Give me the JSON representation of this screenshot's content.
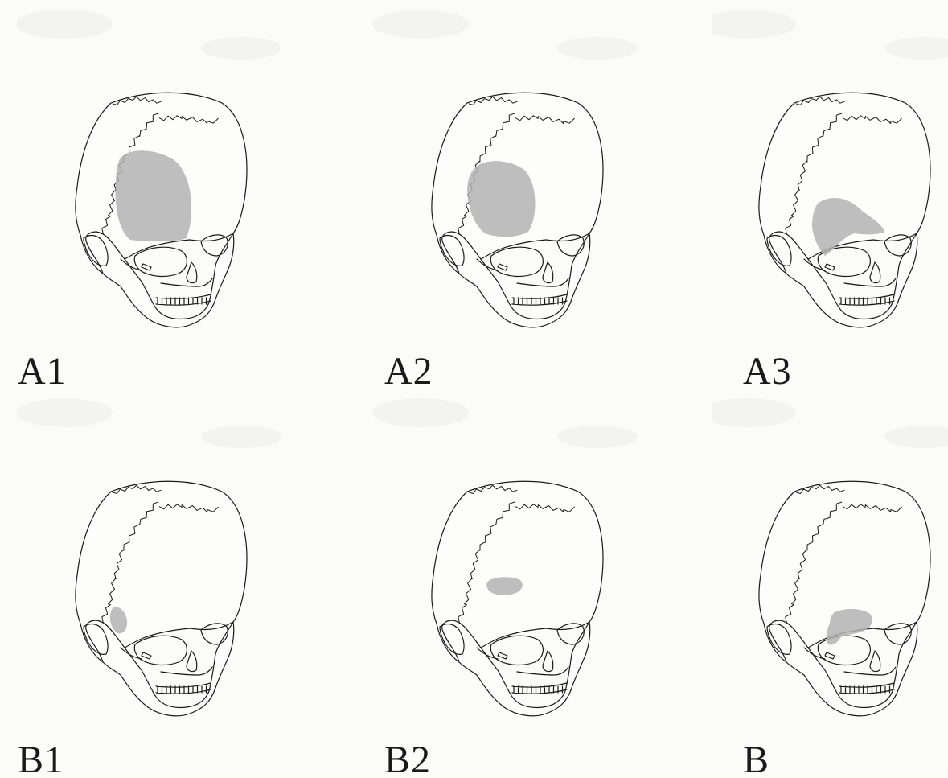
{
  "figure": {
    "panels": [
      {
        "label": "A1",
        "lesion": "large-frontal-region"
      },
      {
        "label": "A2",
        "lesion": "medium-frontal-region"
      },
      {
        "label": "A3",
        "lesion": "supraorbital-temporal-region"
      },
      {
        "label": "B1",
        "lesion": "small-lateral-orbital-rim"
      },
      {
        "label": "B2",
        "lesion": "small-supraorbital"
      },
      {
        "label": "B",
        "lesion": "supraorbital-lateral-wall"
      }
    ],
    "colors": {
      "background": "#fbfbf7",
      "outline": "#1a1a1a",
      "lesion": "#b3b3b3"
    },
    "icons": [
      "skull-drawing"
    ]
  }
}
